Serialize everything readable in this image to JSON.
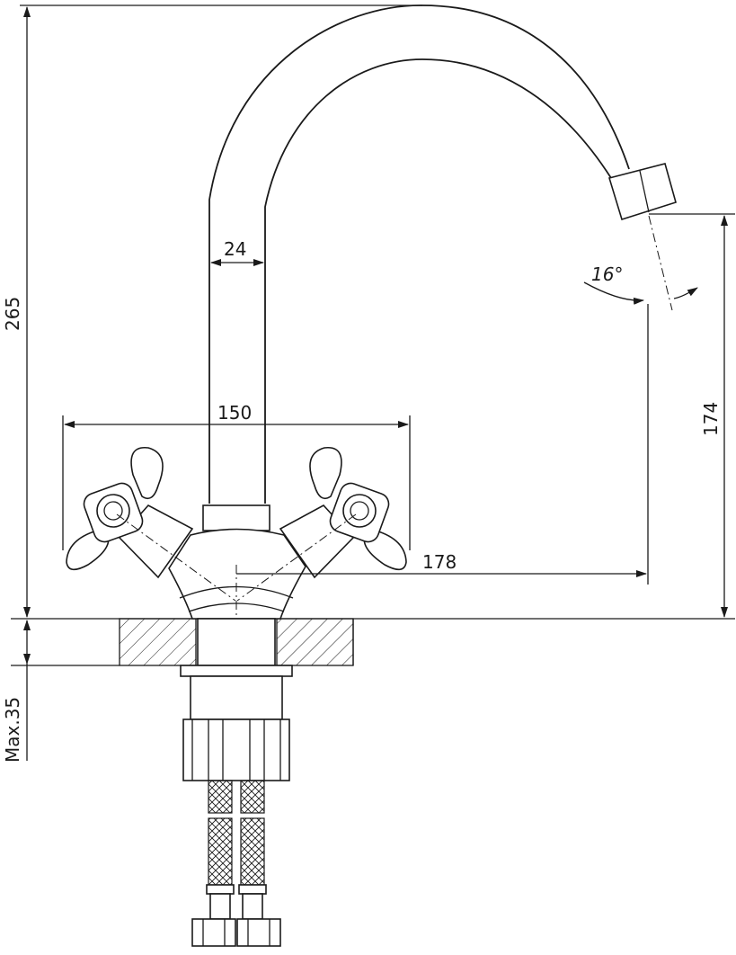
{
  "dimensions": {
    "total_height": "265",
    "pipe_diameter": "24",
    "handle_span": "150",
    "spout_reach": "178",
    "spout_height": "174",
    "spout_angle": "16°",
    "max_thickness": "Max.35"
  }
}
